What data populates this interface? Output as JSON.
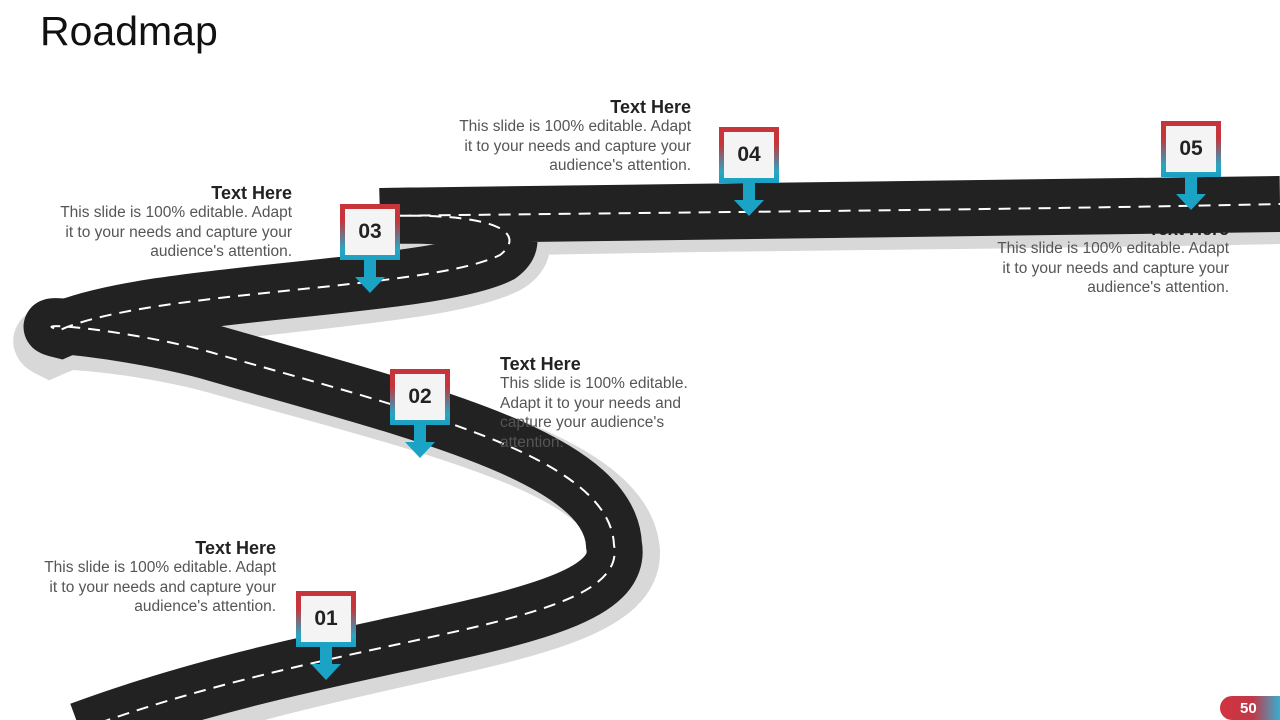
{
  "title": "Roadmap",
  "milestones": [
    {
      "number": "01",
      "heading": "Text Here",
      "body": "This slide is 100% editable. Adapt it to your needs and capture your audience's attention."
    },
    {
      "number": "02",
      "heading": "Text Here",
      "body": "This slide is 100% editable. Adapt it to your needs and capture your audience's attention."
    },
    {
      "number": "03",
      "heading": "Text Here",
      "body": "This slide is 100% editable. Adapt it to your needs and capture your audience's attention."
    },
    {
      "number": "04",
      "heading": "Text Here",
      "body": "This slide is 100% editable. Adapt it to your needs and capture your audience's attention."
    },
    {
      "number": "05",
      "heading": "Text Here",
      "body": "This slide is 100% editable. Adapt it to your needs and capture your audience's attention."
    }
  ],
  "page_number": "50",
  "colors": {
    "road": "#222222",
    "marker_top": "#c7343a",
    "marker_bottom": "#1aa0c2",
    "pin": "#1ba3c6"
  }
}
